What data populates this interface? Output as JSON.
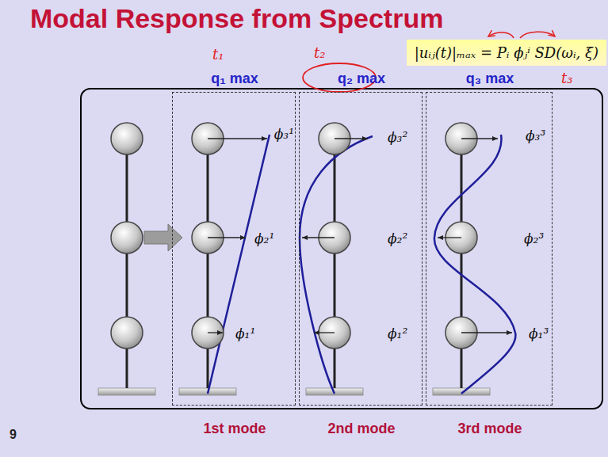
{
  "diagram": {
    "title": "Modal Response from Spectrum",
    "nodes": [
      {
        "text": [
          "|uᵢⱼ(t)|ₘₐₓ = Pᵢ ϕⱼⁱ SD(ωᵢ, ξ)"
        ]
      },
      {
        "text": [
          "q₁ max",
          "ϕ₃¹",
          "ϕ₂¹",
          "ϕ₁¹",
          "1st mode"
        ]
      },
      {
        "text": [
          "q₂ max",
          "ϕ₃²",
          "ϕ₂²",
          "ϕ₁²",
          "2nd mode"
        ]
      },
      {
        "text": [
          "q₃ max",
          "ϕ₃³",
          "ϕ₂³",
          "ϕ₁³",
          "3rd mode"
        ]
      }
    ],
    "labels": [
      "t₁",
      "t₂",
      "t₃",
      "9"
    ]
  }
}
